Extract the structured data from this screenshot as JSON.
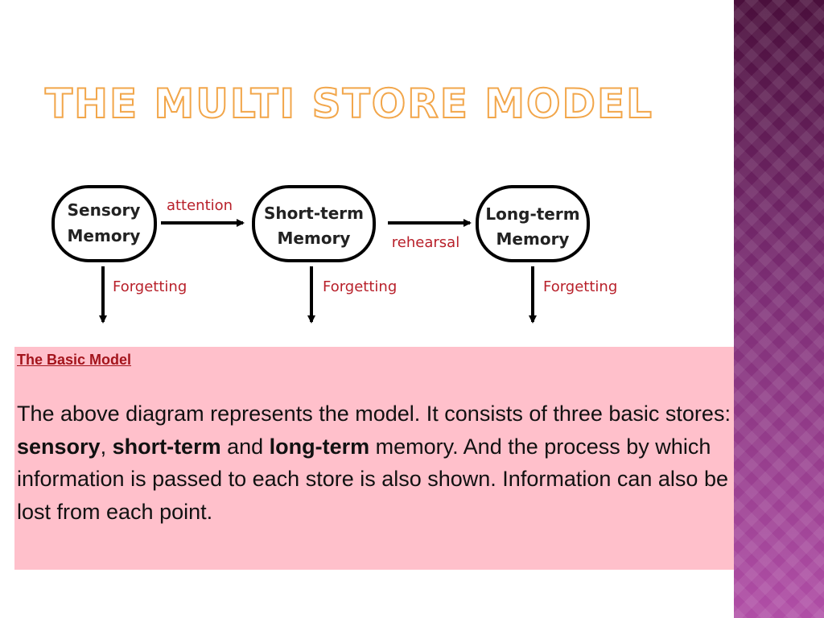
{
  "slide": {
    "title": "THE MULTI STORE MODEL"
  },
  "diagram": {
    "nodes": [
      {
        "id": "sensory",
        "line1": "Sensory",
        "line2": "Memory"
      },
      {
        "id": "short_term",
        "line1": "Short-term",
        "line2": "Memory"
      },
      {
        "id": "long_term",
        "line1": "Long-term",
        "line2": "Memory"
      }
    ],
    "edges": [
      {
        "from": "sensory",
        "to": "short_term",
        "label": "attention"
      },
      {
        "from": "short_term",
        "to": "long_term",
        "label": "rehearsal"
      }
    ],
    "forgetting_label": "Forgetting",
    "colors": {
      "node_stroke": "#000000",
      "edge_label": "#b8202a"
    }
  },
  "text_box": {
    "heading": "The Basic Model",
    "paragraph": {
      "part1": "The above diagram represents the model. It consists of three basic stores: ",
      "sensory": "sensory",
      "comma": ", ",
      "short_term": "short-term",
      "and": " and ",
      "long_term": "long-term",
      "part2": " memory. And the process by which information is passed to each store is also shown. Information can also be lost from each point."
    },
    "background_color": "#ffc0cb",
    "heading_color": "#a3141c"
  },
  "theme": {
    "title_outline_color": "#f2a64a",
    "side_band_color": "#7a2a72"
  }
}
